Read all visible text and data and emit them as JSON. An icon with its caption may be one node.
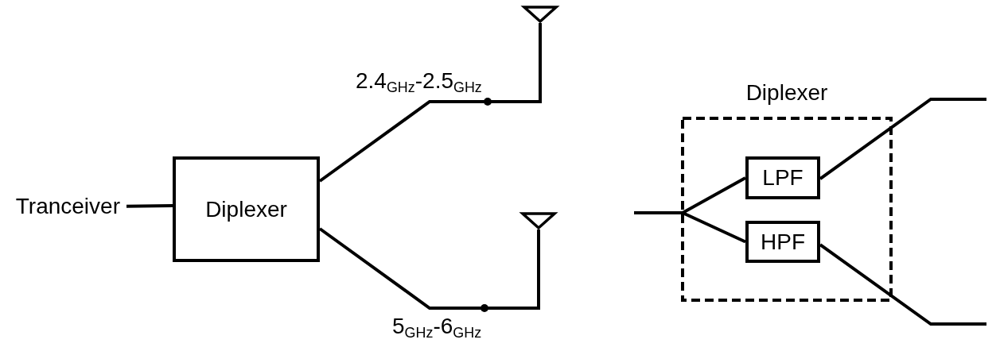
{
  "diagram": {
    "nodes": [
      {
        "text": [
          "Tranceiver"
        ]
      },
      {
        "text": [
          "Diplexer"
        ]
      },
      {
        "text": [],
        "shape": "antenna"
      },
      {
        "text": [],
        "shape": "antenna"
      },
      {
        "text": [
          "Diplexer"
        ]
      },
      {
        "text": [
          "LPF"
        ],
        "in": 4
      },
      {
        "text": [
          "HPF"
        ],
        "in": 4
      }
    ],
    "edges": [
      {
        "from": 0,
        "to": 1,
        "arrow": "none"
      },
      {
        "from": 1,
        "to": 2,
        "arrow": "none",
        "label": "2.4$_{GHz}$-2.5$_{GHz}$"
      },
      {
        "from": 1,
        "to": 3,
        "arrow": "none",
        "label": "5$_{GHz}$-6$_{GHz}$"
      },
      {
        "from": null,
        "to": 5,
        "arrow": "none"
      },
      {
        "from": null,
        "to": 6,
        "arrow": "none"
      },
      {
        "from": 5,
        "to": null,
        "arrow": "none"
      },
      {
        "from": 6,
        "to": null,
        "arrow": "none"
      }
    ]
  }
}
